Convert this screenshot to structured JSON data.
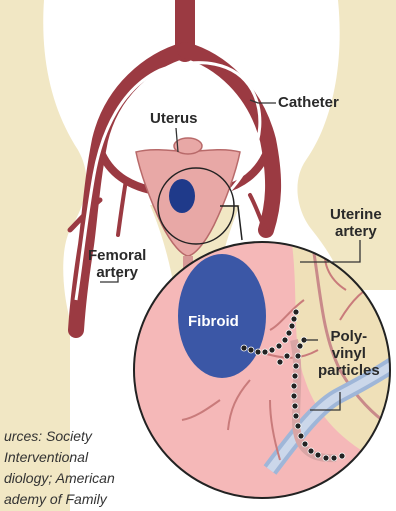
{
  "labels": {
    "uterus": "Uterus",
    "catheter": "Catheter",
    "uterine_artery_line1": "Uterine",
    "uterine_artery_line2": "artery",
    "femoral_artery_line1": "Femoral",
    "femoral_artery_line2": "artery",
    "fibroid": "Fibroid",
    "poly_line1": "Poly-",
    "poly_line2": "vinyl",
    "poly_line3": "particles"
  },
  "sources": {
    "line1": "urces: Society",
    "line2": "Interventional",
    "line3": "diology; American",
    "line4": "ademy of Family"
  },
  "colors": {
    "skin": "#f1e7c4",
    "artery": "#9b3a42",
    "uterus": "#e8a8a6",
    "fibroid": "#3b57a6",
    "catheter": "#ffffff",
    "particles": "#222222"
  }
}
